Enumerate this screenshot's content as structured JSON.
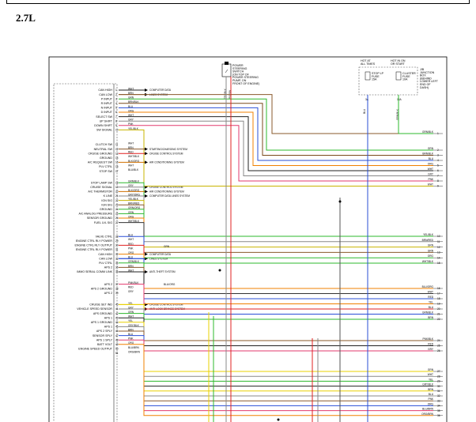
{
  "header": {
    "engine": "2.7L"
  },
  "top": {
    "ps_switch": [
      "POWER",
      "STEERING",
      "SWITCH",
      "(ON TOP OF",
      "POWER STEERING",
      "PUMP, ON",
      "FRONT OF ENGINE)"
    ],
    "ps_wire": "TEL/BLK",
    "ps_conn": "P/S SW",
    "hot_all_times": [
      "HOT AT",
      "ALL TIMES"
    ],
    "hot_run_start": [
      "HOT IN ON",
      "OR START"
    ],
    "stop_lp_fuse": [
      "STOP LP",
      "FUSE",
      "15A"
    ],
    "cluster_fuse": [
      "CLUSTER",
      "FUSE",
      "10A"
    ],
    "junction_box": [
      "J/B",
      "JUNCTION",
      "BOX",
      "(BEHIND",
      "LOWER LEFT",
      "END OF",
      "DASH)"
    ],
    "fuse_wire_1": "BLU",
    "fuse_wire_2": "GRN/BLK",
    "conn_a": "3A",
    "conn_b": "14A"
  },
  "pins": [
    {
      "label": "CAN HIGH",
      "num": "1",
      "wire": "WHT",
      "color": "#222222",
      "note": "COMPUTER DATA"
    },
    {
      "label": "CAN LOW",
      "num": "2",
      "wire": "BRN",
      "color": "#8a5a2b",
      "note": "LINES SYSTEM"
    },
    {
      "label": "P INPUT",
      "num": "3",
      "wire": "GRN",
      "color": "#2db82d"
    },
    {
      "label": "R INPUT",
      "num": "4",
      "wire": "BRN/BLK",
      "color": "#7a4a1b"
    },
    {
      "label": "N INPUT",
      "num": "5",
      "wire": "BLU",
      "color": "#2a4fd6"
    },
    {
      "label": "D INPUT",
      "num": "6",
      "wire": "ORG",
      "color": "#f08000"
    },
    {
      "label": "SELECT SW",
      "num": "7",
      "wire": "WHT",
      "color": "#222222"
    },
    {
      "label": "UP SHIFT",
      "num": "8",
      "wire": "GRY",
      "color": "#888888"
    },
    {
      "label": "DOWN SHIFT",
      "num": "9",
      "wire": "PNK",
      "color": "#e23a6e"
    },
    {
      "label": "SW SIGNAL",
      "num": "10",
      "wire": "YEL/BLK",
      "color": "#c8b400"
    },
    {
      "label": "CLUTCH SW",
      "num": "11",
      "wire": "WHT",
      "color": "#222222"
    },
    {
      "label": "NEUTRAL SW",
      "num": "12",
      "wire": "BRN",
      "color": "#8a5a2b",
      "note": "STARTING/CHARGING SYSTEM"
    },
    {
      "label": "CRUISE GROUND",
      "num": "13",
      "wire": "RED",
      "color": "#e02020",
      "note": "CRUISE CONTROL SYSTEM"
    },
    {
      "label": "GROUND",
      "num": "14",
      "wire": "WHT/BLK",
      "color": "#333333"
    },
    {
      "label": "A/C REQUEST SW",
      "num": "15",
      "wire": "BLK/ORG",
      "color": "#d07000",
      "note": "AIR CONDITIONING SYSTEM"
    },
    {
      "label": "PLV CTRL",
      "num": "16",
      "wire": "WHT",
      "color": "#222222"
    },
    {
      "label": "STOP SW",
      "num": "17",
      "wire": "BLU/BLK",
      "color": "#2a4fd6"
    },
    {
      "label": "STOP LAMP SW",
      "num": "18",
      "wire": "GRN/BLK",
      "color": "#2db82d"
    },
    {
      "label": "CRUISE SIGNAL",
      "num": "19",
      "wire": "GRY",
      "color": "#888888",
      "note": "CRUISE CONTROL SYSTEM"
    },
    {
      "label": "A/C THERMISTOR",
      "num": "20",
      "wire": "BLK/ORG",
      "color": "#d07000",
      "note": "AIR CONDITIONING SYSTEM"
    },
    {
      "label": "K LINE",
      "num": "21",
      "wire": "GRY/ORG",
      "color": "#888888",
      "note": "COMPUTER DATA LINES SYSTEM"
    },
    {
      "label": "IGN SIG",
      "num": "22",
      "wire": "YEL/BLK",
      "color": "#c8b400"
    },
    {
      "label": "IGN SIG",
      "num": "23",
      "wire": "BRN/RED",
      "color": "#8a5a2b"
    },
    {
      "label": "GROUND",
      "num": "24",
      "wire": "GRN/ORG",
      "color": "#2db82d"
    },
    {
      "label": "A/C ANALOG PRESSURE",
      "num": "25",
      "wire": "GRN",
      "color": "#2db82d"
    },
    {
      "label": "SENSOR GROUND",
      "num": "26",
      "wire": "ORG",
      "color": "#f08000"
    },
    {
      "label": "FUEL LVL SIG",
      "num": "27",
      "wire": "WHT/BLK",
      "color": "#333333"
    },
    {
      "label": "VALVE CTRL",
      "num": "28",
      "wire": "BLU",
      "color": "#2a4fd6"
    },
    {
      "label": "ENGINE CTRL RLY POWER",
      "num": "29",
      "wire": "WHT",
      "color": "#222222"
    },
    {
      "label": "ENGINE CTRL RLY OUTPUT",
      "num": "30",
      "wire": "RED",
      "color": "#e02020"
    },
    {
      "label": "ENGINE CTRL RLY POWER",
      "num": "31",
      "wire": "PNK",
      "color": "#e23a6e"
    },
    {
      "label": "CAN HIGH",
      "num": "32",
      "wire": "ORG",
      "color": "#f08000",
      "note": "COMPUTER DATA"
    },
    {
      "label": "CAN LOW",
      "num": "33",
      "wire": "BLU",
      "color": "#2a4fd6",
      "note": "LINES SYSTEM"
    },
    {
      "label": "PLV CTRL",
      "num": "34",
      "wire": "GRN/BLK",
      "color": "#2db82d"
    },
    {
      "label": "APS 2",
      "num": "35",
      "wire": "BRN",
      "color": "#8a5a2b"
    },
    {
      "label": "IMMO SERIAL COMM LINK",
      "num": "36",
      "wire": "WHT",
      "color": "#222222",
      "note": "ANTI-THEFT SYSTEM"
    },
    {
      "label": "APS 2",
      "num": "37",
      "wire": "PNK/BLK",
      "color": "#e23a6e"
    },
    {
      "label": "APS 2 GROUND",
      "num": "38",
      "wire": "RED",
      "color": "#e02020"
    },
    {
      "label": "APS 2",
      "num": "39",
      "wire": "GRY",
      "color": "#888888"
    },
    {
      "label": "CRUISE SET IND",
      "num": "40",
      "wire": "YEL",
      "color": "#e8d000",
      "note": "CRUISE CONTROL SYSTEM"
    },
    {
      "label": "VEHICLE SPEED SENSOR",
      "num": "41",
      "wire": "GRY",
      "color": "#888888",
      "note": "ANTI-LOCK BRAKES SYSTEM"
    },
    {
      "label": "APS GROUND",
      "num": "42",
      "wire": "GRN",
      "color": "#2db82d"
    },
    {
      "label": "APS 1",
      "num": "43",
      "wire": "WHT",
      "color": "#222222"
    },
    {
      "label": "APS 1 GROUND",
      "num": "44",
      "wire": "YEL",
      "color": "#e8d000"
    },
    {
      "label": "APS 1",
      "num": "45",
      "wire": "GRY/BLK",
      "color": "#888888"
    },
    {
      "label": "APS 2 SPLY",
      "num": "46",
      "wire": "BRN",
      "color": "#8a5a2b"
    },
    {
      "label": "SENSOR SPLY",
      "num": "47",
      "wire": "BLU",
      "color": "#2a4fd6"
    },
    {
      "label": "APS 1 SPLY",
      "num": "48",
      "wire": "PNK",
      "color": "#e23a6e"
    },
    {
      "label": "BATT VOLT",
      "num": "49",
      "wire": "ORG",
      "color": "#f08000"
    },
    {
      "label": "ENGINE SPEED OUTPUT",
      "num": "50",
      "wire": "BLU/BRN",
      "color": "#2a4fd6"
    },
    {
      "label": "",
      "num": "51",
      "wire": "ORG/BRN",
      "color": "#f08000"
    }
  ],
  "right": [
    {
      "text": "GRN/BLK",
      "num": "1"
    },
    {
      "text": "GRN",
      "num": "2"
    },
    {
      "text": "BRN/BLK",
      "num": "3"
    },
    {
      "text": "BLU",
      "num": "4"
    },
    {
      "text": "ORG",
      "num": "5"
    },
    {
      "text": "WHT",
      "num": "6"
    },
    {
      "text": "GRY",
      "num": "7"
    },
    {
      "text": "PNK",
      "num": "8"
    },
    {
      "text": "WHT",
      "num": "9"
    },
    {
      "text": "YEL/BLK",
      "num": "10"
    },
    {
      "text": "BRN/RED",
      "num": "11"
    },
    {
      "text": "GRN",
      "num": "12"
    },
    {
      "text": "GRN",
      "num": "13"
    },
    {
      "text": "ORG",
      "num": "14"
    },
    {
      "text": "WHT/BLK",
      "num": "15"
    },
    {
      "text": "BLU/ORG",
      "num": "16"
    },
    {
      "text": "WHT",
      "num": "17"
    },
    {
      "text": "RED",
      "num": "18"
    },
    {
      "text": "YEL",
      "num": "19"
    },
    {
      "text": "BLU",
      "num": "20"
    },
    {
      "text": "GRN/BLK",
      "num": "21"
    },
    {
      "text": "BRN",
      "num": "22"
    },
    {
      "text": "PNK/BLK",
      "num": "24"
    },
    {
      "text": "RED",
      "num": "25"
    },
    {
      "text": "GRY",
      "num": "26"
    },
    {
      "text": "GRN",
      "num": "27"
    },
    {
      "text": "WHT",
      "num": "28"
    },
    {
      "text": "YEL",
      "num": "29"
    },
    {
      "text": "GRY/BLK",
      "num": "30"
    },
    {
      "text": "BRN",
      "num": "31"
    },
    {
      "text": "BLU",
      "num": "32"
    },
    {
      "text": "PNK",
      "num": "33"
    },
    {
      "text": "ORG",
      "num": "34"
    },
    {
      "text": "BLU/BRN",
      "num": "35"
    },
    {
      "text": "ORG/BRN",
      "num": "36"
    }
  ],
  "inline": {
    "grn_mid": "GRN",
    "blu_org_mid": "BLU/ORG",
    "wht_blk_mid": "WHT/BLK"
  }
}
